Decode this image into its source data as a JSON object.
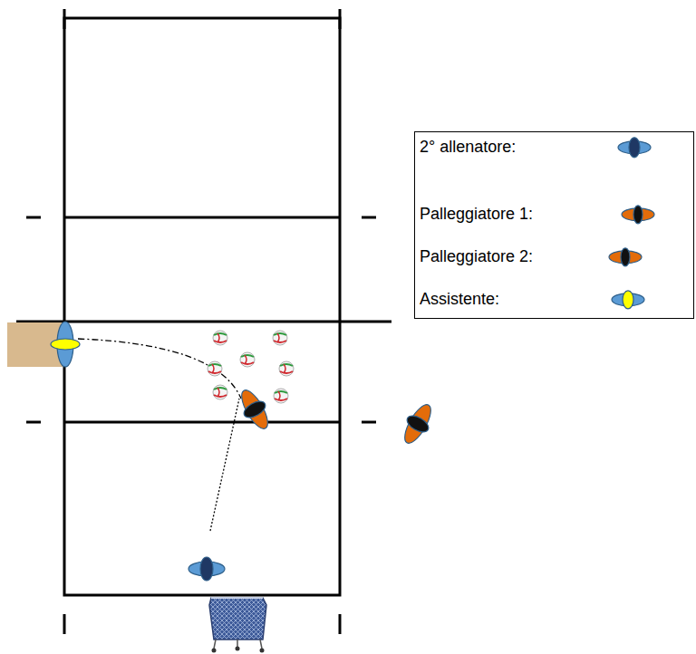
{
  "diagram": {
    "legend": [
      {
        "text": "2° allenatore:"
      },
      {
        "text": "Palleggiatore 1:"
      },
      {
        "text": "Palleggiatore 2:"
      },
      {
        "text": "Assistente:"
      }
    ]
  }
}
